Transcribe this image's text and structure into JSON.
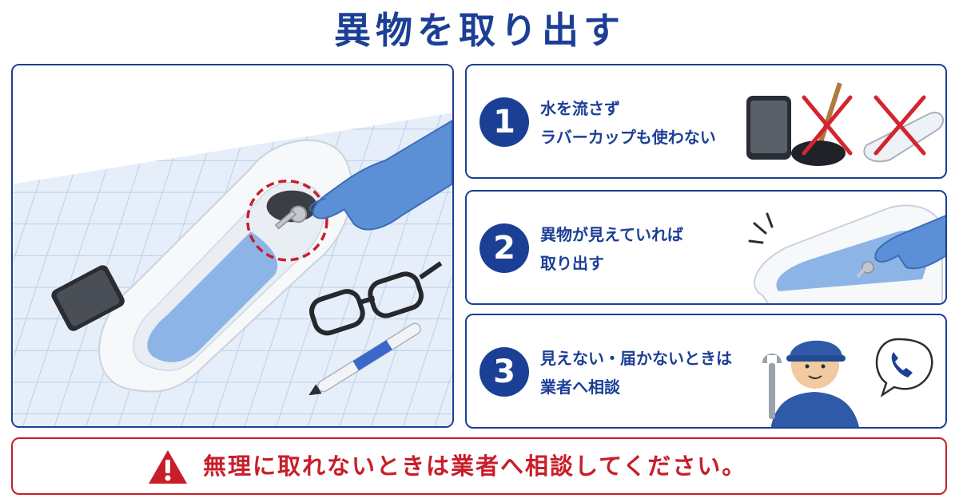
{
  "title": "異物を取り出す",
  "steps": [
    {
      "number": "1",
      "line1": "水を流さず",
      "line2": "ラバーカップも使わない"
    },
    {
      "number": "2",
      "line1": "異物が見えていれば",
      "line2": "取り出す"
    },
    {
      "number": "3",
      "line1": "見えない・届かないときは",
      "line2": "業者へ相談"
    }
  ],
  "warning": {
    "text": "無理に取れないときは業者へ相談してください。",
    "icon": "warning-triangle-icon"
  },
  "colors": {
    "brand_blue": "#1c3f96",
    "warning_red": "#c81e2a",
    "tile_blue": "#dbe8f6",
    "water_blue": "#7fa8e0",
    "glove_blue": "#5b8fd6"
  }
}
